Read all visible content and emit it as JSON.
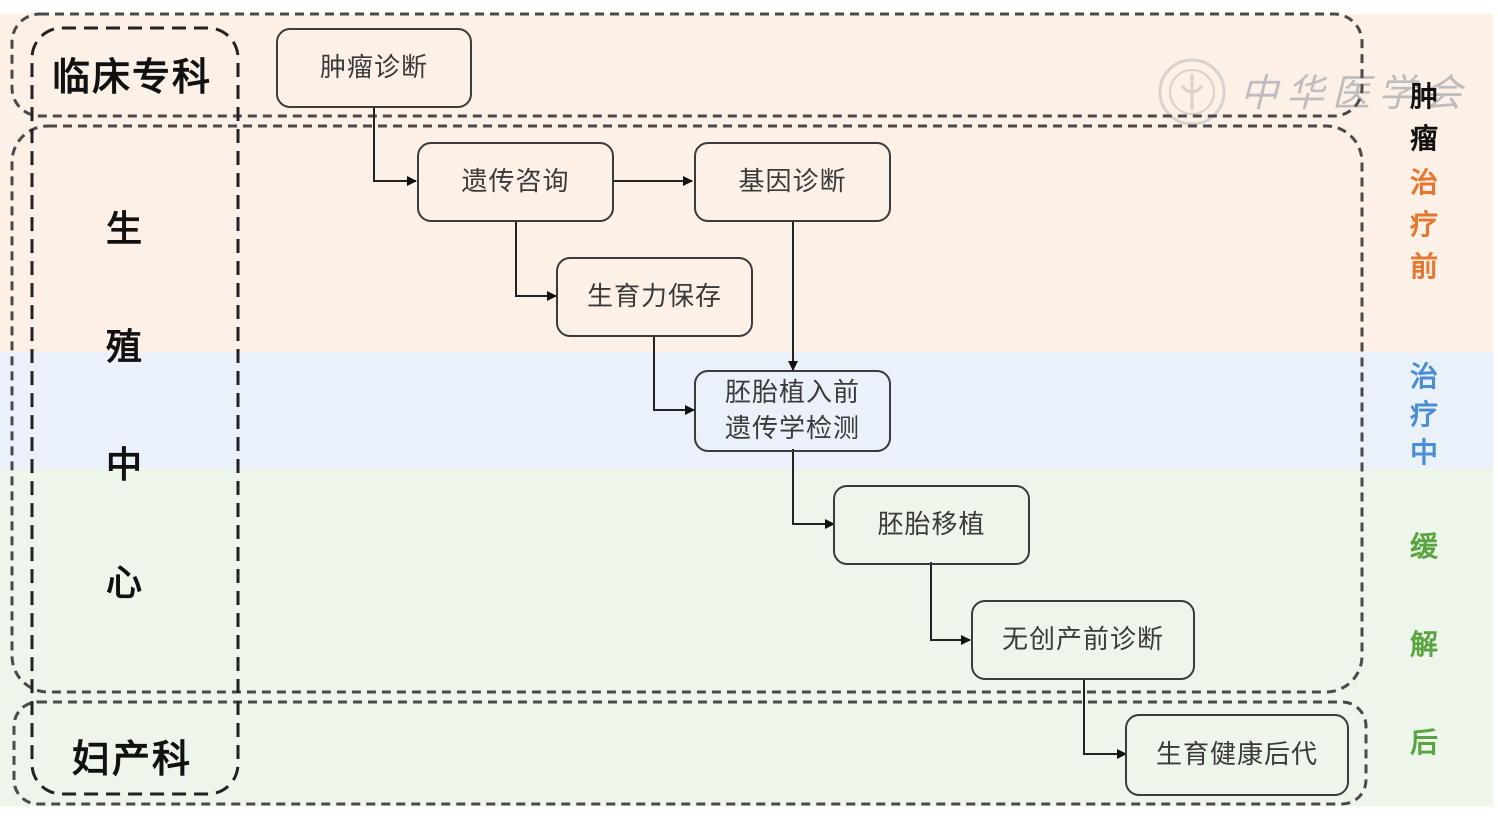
{
  "colors": {
    "pre_treatment": "#e8762e",
    "during_treatment": "#4a8fd6",
    "remission": "#5aa542",
    "tumor_label": "#111111"
  },
  "departments": {
    "clinical": "临床专科",
    "reproductive_center": [
      "生",
      "殖",
      "中",
      "心"
    ],
    "obstetrics": "妇产科"
  },
  "phases": {
    "tumor": [
      "肿",
      "瘤"
    ],
    "pre_treatment": [
      "治",
      "疗",
      "前"
    ],
    "during_treatment": [
      "治",
      "疗",
      "中"
    ],
    "remission": [
      "缓",
      "解",
      "后"
    ]
  },
  "nodes": {
    "tumor_diagnosis": "肿瘤诊断",
    "genetic_counseling": "遗传咨询",
    "gene_diagnosis": "基因诊断",
    "fertility_preservation": "生育力保存",
    "pgt": "胚胎植入前\n遗传学检测",
    "embryo_transfer": "胚胎移植",
    "nipd": "无创产前诊断",
    "healthy_offspring": "生育健康后代"
  },
  "watermark": {
    "icon": "seal-logo-icon",
    "text": "中华医学会"
  }
}
